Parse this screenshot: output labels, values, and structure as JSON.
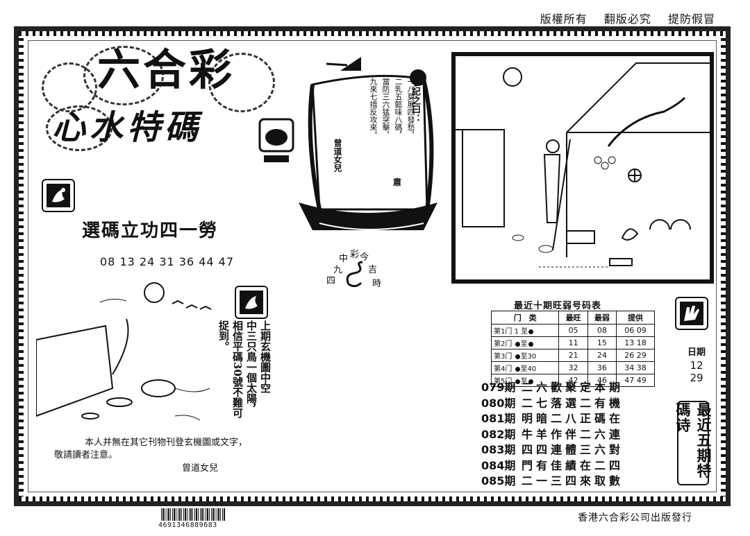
{
  "top_banner": [
    "版權所有",
    "翻版必究",
    "提防假冒"
  ],
  "title": {
    "main": "六合彩",
    "sub": "心水特碼"
  },
  "slogan": "選碼立功四一勞",
  "lucky_numbers": "08 13 24 31 36 44 47",
  "ship": {
    "heading": "字記之曰：",
    "lines": [
      "一八莫展四發愁，",
      "二乳五懿味八碼，",
      "當防三六猛突擊，",
      "九來七措反攻來。"
    ],
    "sign": "曾道女兒",
    "corner_char": "肅"
  },
  "clock": {
    "chars": [
      "今",
      "彩",
      "中",
      "九",
      "四",
      "吉",
      "時"
    ]
  },
  "hint": {
    "line1": "上期玄機圖中空",
    "line2": "中三只鳥一個太陽，",
    "line3": "相信平碼30號不難可",
    "line4": "捉到。"
  },
  "notice": {
    "line1": "本人并無在其它刊物刊登玄機圖或文字，",
    "line2": "敬請讀者注意。",
    "sign": "曾道女兒"
  },
  "stats_table": {
    "title": "最近十期旺弱号码表",
    "headers": [
      "门　类",
      "最旺",
      "最弱",
      "提供"
    ],
    "rows": [
      {
        "gate": "第1门",
        "from": "1",
        "to": "",
        "hot": "05",
        "cold": "08",
        "pick": "06 09"
      },
      {
        "gate": "第2门",
        "from": "",
        "to": "",
        "hot": "11",
        "cold": "15",
        "pick": "13 18"
      },
      {
        "gate": "第3门",
        "from": "",
        "to": "30",
        "hot": "21",
        "cold": "24",
        "pick": "26 29"
      },
      {
        "gate": "第4门",
        "from": "",
        "to": "40",
        "hot": "32",
        "cold": "36",
        "pick": "34 38"
      },
      {
        "gate": "第5门",
        "from": "",
        "to": "",
        "hot": "42",
        "cold": "46",
        "pick": "47 49"
      }
    ]
  },
  "periods": [
    {
      "id": "079期",
      "text": "二六歡聚定本期"
    },
    {
      "id": "080期",
      "text": "二七落選二有機"
    },
    {
      "id": "081期",
      "text": "明暗二八正碼在"
    },
    {
      "id": "082期",
      "text": "牛羊作伴二六連"
    },
    {
      "id": "083期",
      "text": "四四連體三六對"
    },
    {
      "id": "084期",
      "text": "門有佳績在二四"
    },
    {
      "id": "085期",
      "text": "二一三四來取數"
    }
  ],
  "date": {
    "label": "日期",
    "month": "12",
    "day": "29"
  },
  "recent_label": "最近五期特碼诗",
  "barcode_number": "4691346889683",
  "publisher": "香港六合彩公司出版發行",
  "icons": [
    "swan-icon",
    "swan-icon-2",
    "hand-icon"
  ]
}
